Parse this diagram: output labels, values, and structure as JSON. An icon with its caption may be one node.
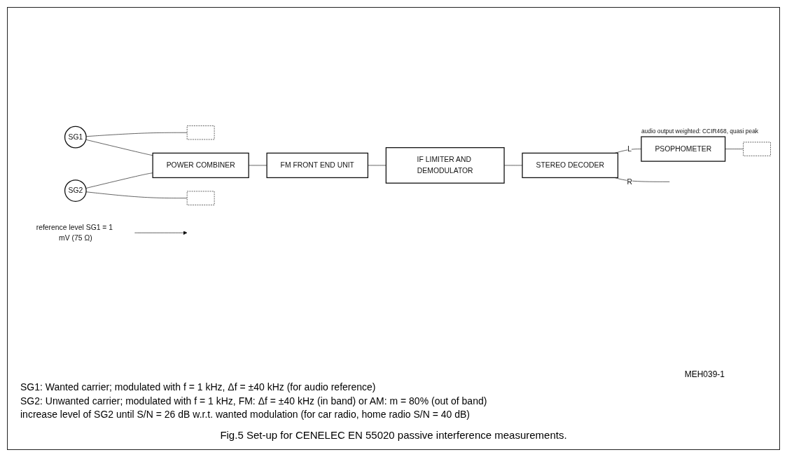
{
  "diagram": {
    "caption": "Fig.5 Set-up for CENELEC EN 55020 passive interference measurements.",
    "nodes": [
      {
        "text": [
          "SG1"
        ]
      },
      {
        "text": [],
        "shape": "ground"
      },
      {
        "text": [
          "POWER COMBINER"
        ]
      },
      {
        "text": [
          "reference level SG1 = 1 mV (75 Ω)"
        ]
      },
      {
        "text": [
          "FM FRONT END UNIT"
        ]
      },
      {
        "text": [
          "IF LIMITER AND DEMODULATOR"
        ]
      },
      {
        "text": [
          "STEREO DECODER"
        ]
      },
      {
        "text": [
          "PSOPHOMETER"
        ],
        "beside": [
          "audio output weighted: CCIR468, quasi peak"
        ]
      },
      {
        "text": [],
        "shape": "ground"
      },
      {
        "text": [
          "SG2"
        ]
      },
      {
        "text": [],
        "shape": "ground"
      }
    ],
    "edges": [
      {
        "from": 0,
        "to": 1,
        "arrow": "none"
      },
      {
        "from": 0,
        "to": 2,
        "arrow": "none"
      },
      {
        "from": 9,
        "to": 2,
        "arrow": "none"
      },
      {
        "from": 9,
        "to": 10,
        "arrow": "none"
      },
      {
        "from": 2,
        "to": 4,
        "arrow": "none"
      },
      {
        "from": 3,
        "to": null,
        "arrow": "to"
      },
      {
        "from": 4,
        "to": 5,
        "arrow": "none"
      },
      {
        "from": 5,
        "to": 6,
        "arrow": "none"
      },
      {
        "from": 6,
        "to": 7,
        "label": "L",
        "arrow": "none"
      },
      {
        "from": 6,
        "to": null,
        "label": "R",
        "arrow": "none"
      },
      {
        "from": 7,
        "to": 8,
        "arrow": "none"
      }
    ],
    "labels": [
      "MEH039-1",
      "SG1: Wanted carrier; modulated with f = 1 kHz, Δf = ±40 kHz (for audio reference)",
      "SG2: Unwanted carrier; modulated with f = 1 kHz, FM: Δf = ±40 kHz (in band) or AM: m = 80% (out of band)",
      "increase level of SG2 until S/N = 26 dB w.r.t. wanted modulation (for car radio, home radio S/N = 40 dB)"
    ]
  }
}
